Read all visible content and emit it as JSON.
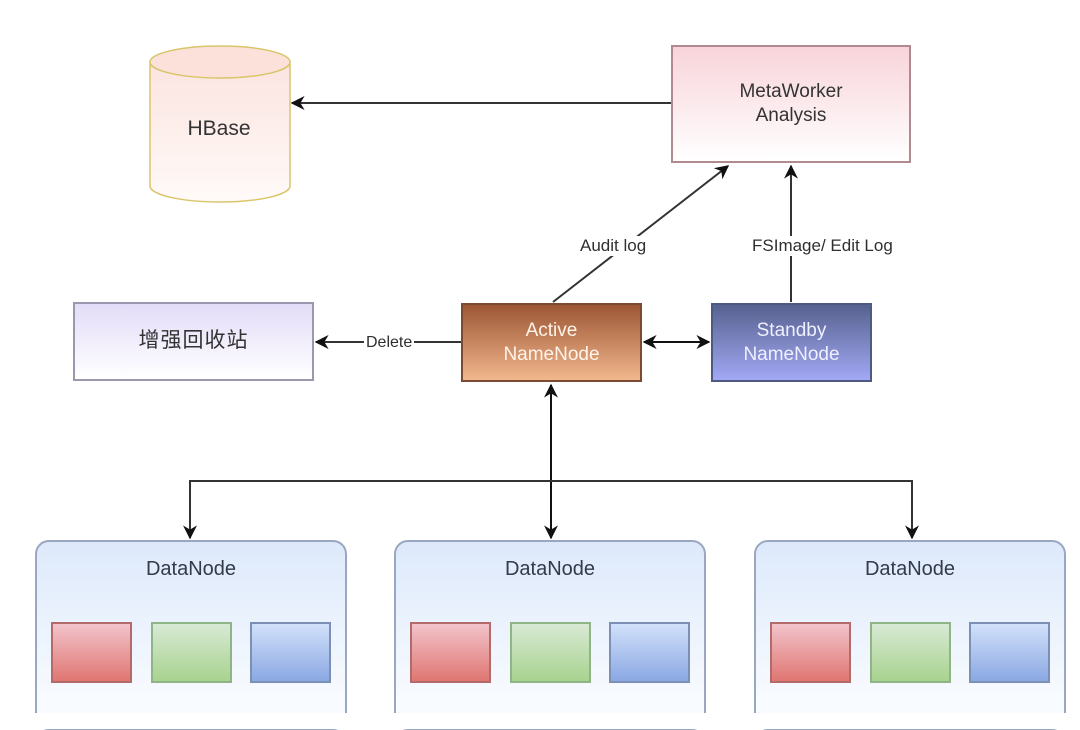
{
  "diagram": {
    "nodes": {
      "hbase": {
        "label": "HBase",
        "shape": "cylinder",
        "fill": "#fdeef0",
        "stroke": "#d9c56a"
      },
      "metaworker": {
        "label": "MetaWorker\nAnalysis",
        "fill": "#f8d4da",
        "stroke": "#b08a8f"
      },
      "recycle_bin": {
        "label": "增强回收站",
        "fill": "#e3dcf8",
        "stroke": "#9c97ad"
      },
      "active_namenode": {
        "label": "Active\nNameNode",
        "fill": "#b36a43",
        "stroke": "#7a4a33"
      },
      "standby_namenode": {
        "label": "Standby\nNameNode",
        "fill": "#7c84c2",
        "stroke": "#4e5a80"
      }
    },
    "datanodes": [
      {
        "title": "DataNode",
        "blocks": [
          "red",
          "green",
          "blue"
        ]
      },
      {
        "title": "DataNode",
        "blocks": [
          "red",
          "green",
          "blue"
        ]
      },
      {
        "title": "DataNode",
        "blocks": [
          "red",
          "green",
          "blue"
        ]
      }
    ],
    "block_colors": {
      "red": "#e07672",
      "green": "#a8d38f",
      "blue": "#8aa8e2"
    },
    "edges": [
      {
        "from": "MetaWorker Analysis",
        "to": "HBase",
        "label": ""
      },
      {
        "from": "Active NameNode",
        "to": "MetaWorker Analysis",
        "label": "Audit log"
      },
      {
        "from": "Standby NameNode",
        "to": "MetaWorker Analysis",
        "label": "FSImage/ Edit Log"
      },
      {
        "from": "Active NameNode",
        "to": "增强回收站",
        "label": "Delete"
      },
      {
        "from": "Active NameNode",
        "to": "Standby NameNode",
        "label": "",
        "bidirectional": true
      },
      {
        "from": "Active NameNode",
        "to": "DataNode (all)",
        "label": "",
        "bidirectional": true
      }
    ],
    "edge_labels": {
      "audit": "Audit log",
      "fsimage": "FSImage/ Edit Log",
      "delete": "Delete"
    }
  }
}
